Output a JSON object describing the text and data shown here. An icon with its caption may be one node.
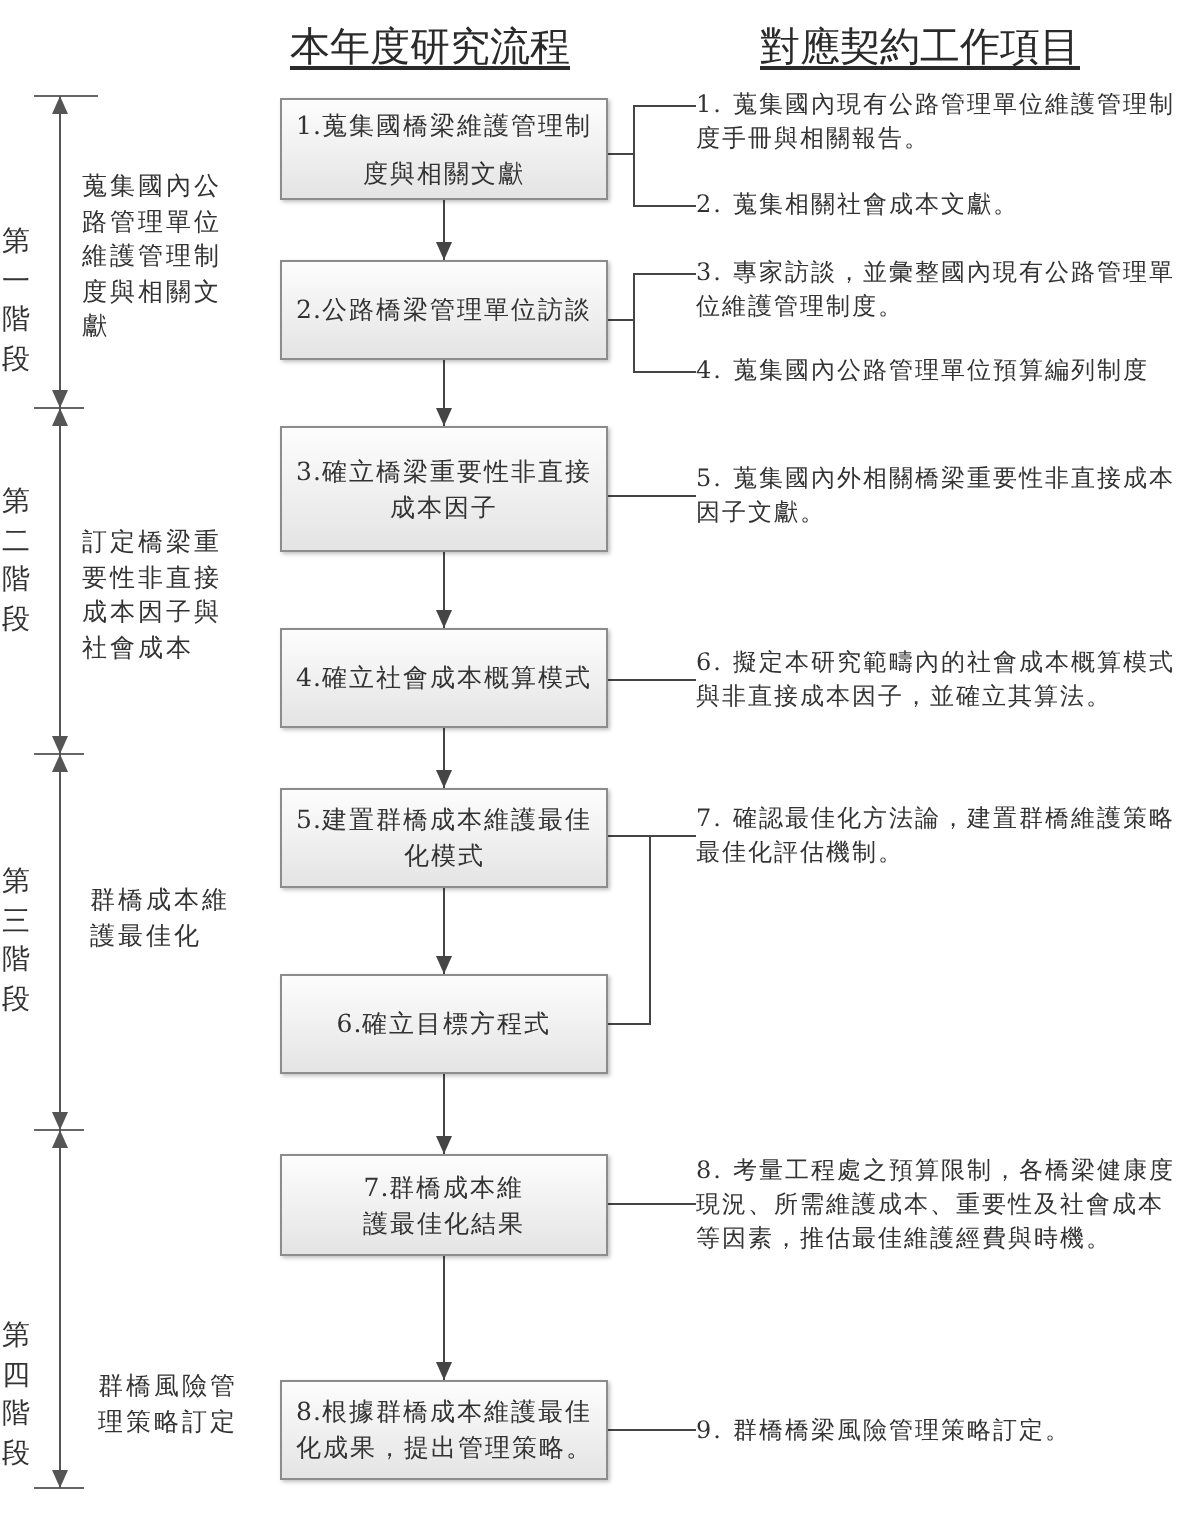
{
  "diagram": {
    "nodes": [
      {
        "text": [
          "1.蒐集國橋梁維護管理制度與相關文獻"
        ]
      },
      {
        "text": [
          "1. 蒐集國內現有公路管理單位維護管理制度手冊與相關報告。"
        ]
      },
      {
        "text": [
          "2. 蒐集相關社會成本文獻。"
        ]
      },
      {
        "text": [
          "2.公路橋梁管理單位訪談"
        ]
      },
      {
        "text": [
          "3. 專家訪談，並彙整國內現有公路管理單位維護管理制度。"
        ]
      },
      {
        "text": [
          "4. 蒐集國內公路管理單位預算編列制度"
        ]
      },
      {
        "text": [
          "3.確立橋梁重要性非直接成本因子"
        ]
      },
      {
        "text": [
          "5. 蒐集國內外相關橋梁重要性非直接成本因子文獻。"
        ]
      },
      {
        "text": [
          "4.確立社會成本概算模式"
        ]
      },
      {
        "text": [
          "6. 擬定本研究範疇內的社會成本概算模式與非直接成本因子，並確立其算法。"
        ]
      },
      {
        "text": [
          "5.建置群橋成本維護最佳化模式"
        ]
      },
      {
        "text": [
          "7. 確認最佳化方法論，建置群橋維護策略最佳化評估機制。"
        ]
      },
      {
        "text": [
          "6.確立目標方程式"
        ]
      },
      {
        "text": [
          "7.群橋成本維護最佳化結果"
        ]
      },
      {
        "text": [
          "8. 考量工程處之預算限制，各橋梁健康度現況、所需維護成本、重要性及社會成本等因素，推估最佳維護經費與時機。"
        ]
      },
      {
        "text": [
          "8.根據群橋成本維護最佳化成果，提出管理策略。"
        ]
      },
      {
        "text": [
          "9. 群橋橋梁風險管理策略訂定。"
        ]
      }
    ],
    "edges": [
      {
        "from": 0,
        "to": 3,
        "arrow": "to"
      },
      {
        "from": 3,
        "to": 6,
        "arrow": "to"
      },
      {
        "from": 6,
        "to": 8,
        "arrow": "to"
      },
      {
        "from": 8,
        "to": 10,
        "arrow": "to"
      },
      {
        "from": 10,
        "to": 12,
        "arrow": "to"
      },
      {
        "from": 12,
        "to": 13,
        "arrow": "to"
      },
      {
        "from": 13,
        "to": 15,
        "arrow": "to"
      },
      {
        "from": 0,
        "to": 1,
        "arrow": "none"
      },
      {
        "from": 0,
        "to": 2,
        "arrow": "none"
      },
      {
        "from": 3,
        "to": 4,
        "arrow": "none"
      },
      {
        "from": 3,
        "to": 5,
        "arrow": "none"
      },
      {
        "from": 6,
        "to": 7,
        "arrow": "none"
      },
      {
        "from": 8,
        "to": 9,
        "arrow": "none"
      },
      {
        "from": 10,
        "to": 11,
        "arrow": "none"
      },
      {
        "from": 12,
        "to": 11,
        "arrow": "none"
      },
      {
        "from": 13,
        "to": 14,
        "arrow": "none"
      },
      {
        "from": 15,
        "to": 16,
        "arrow": "none"
      }
    ],
    "labels": [
      "本年度研究流程",
      "對應契約工作項目",
      "第一階段",
      "蒐集國內公路管理單位維護管理制度與相關文獻",
      "第二階段",
      "訂定橋梁重要性非直接成本因子與社會成本",
      "第三階段",
      "群橋成本維護最佳化",
      "第四階段",
      "群橋風險管理策略訂定"
    ]
  }
}
